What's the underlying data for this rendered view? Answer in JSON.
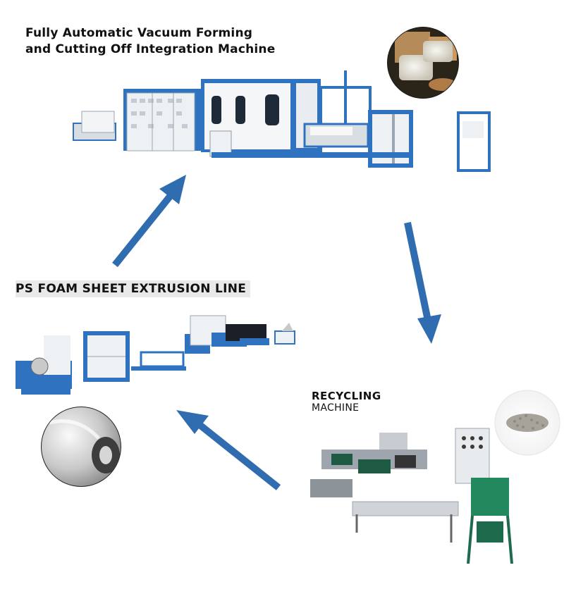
{
  "labels": {
    "vacuum_forming_line1": "Fully Automatic Vacuum Forming",
    "vacuum_forming_line2": "and Cutting Off Integration Machine",
    "extrusion_line": "PS FOAM SHEET EXTRUSION LINE",
    "recycling_line1": "RECYCLING",
    "recycling_line2": "MACHINE"
  },
  "colors": {
    "arrow": "#2f6db0",
    "machine_blue": "#2f73c0",
    "panel_white": "#eef1f4",
    "machine_green": "#1e8a66"
  },
  "process_flow": [
    "PS FOAM SHEET EXTRUSION LINE",
    "Fully Automatic Vacuum Forming and Cutting Off Integration Machine",
    "RECYCLING MACHINE"
  ]
}
